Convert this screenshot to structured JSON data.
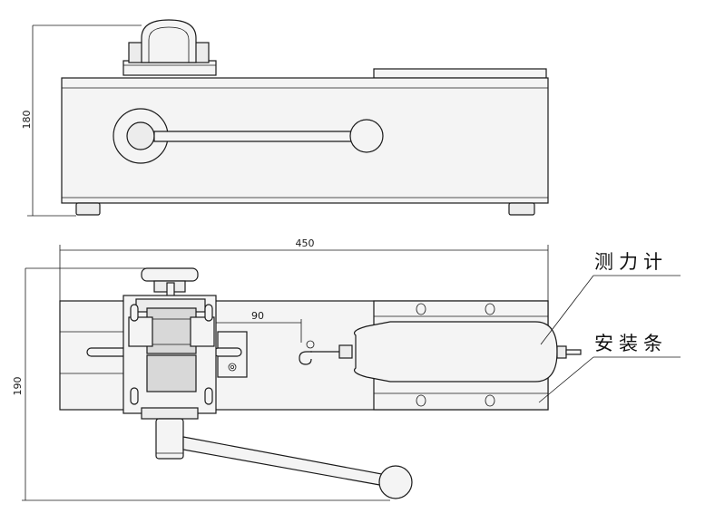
{
  "dimensions": {
    "height_side": "180",
    "width_top": "450",
    "depth_top": "190",
    "offset_hook": "90"
  },
  "labels": {
    "gauge": "测力计",
    "mount_bar": "安装条"
  }
}
